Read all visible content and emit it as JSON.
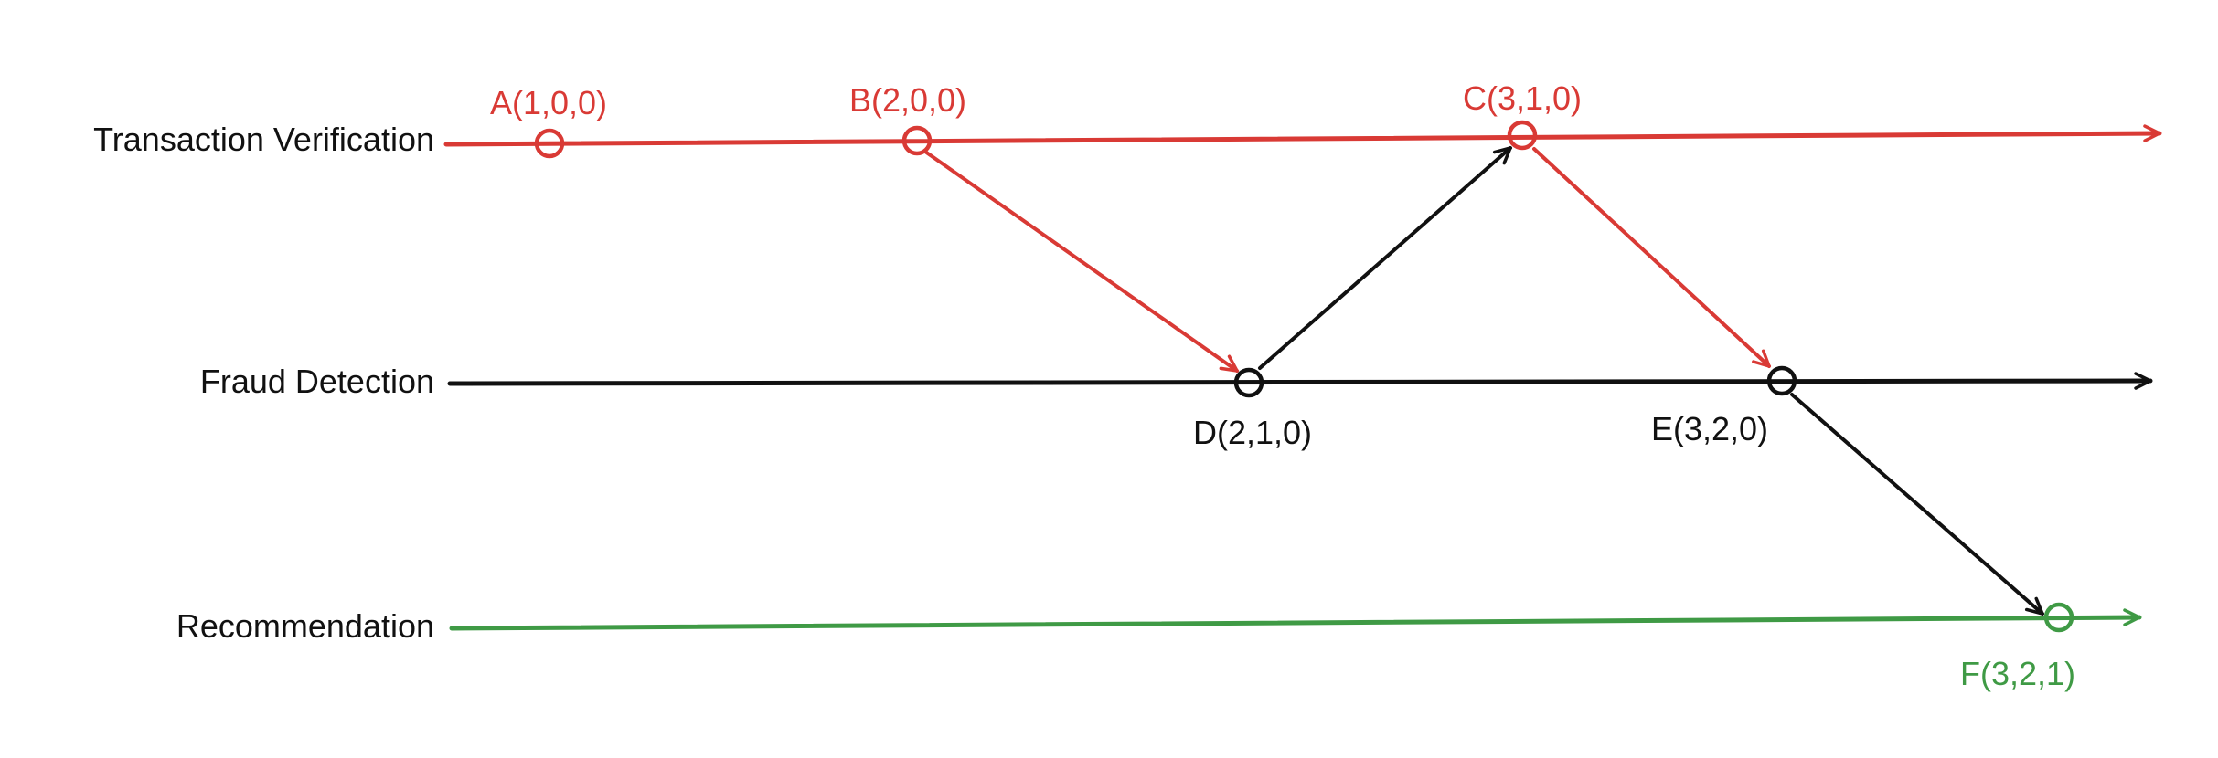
{
  "colors": {
    "transaction_verification": "#d93a35",
    "fraud_detection": "#111111",
    "recommendation": "#3f9a45"
  },
  "lanes": [
    {
      "id": "tv",
      "label": "Transaction Verification",
      "color": "#d93a35"
    },
    {
      "id": "fd",
      "label": "Fraud Detection",
      "color": "#111111"
    },
    {
      "id": "rec",
      "label": "Recommendation",
      "color": "#3f9a45"
    }
  ],
  "events": [
    {
      "id": "A",
      "lane": "tv",
      "label": "A(1,0,0)",
      "color": "#d93a35"
    },
    {
      "id": "B",
      "lane": "tv",
      "label": "B(2,0,0)",
      "color": "#d93a35"
    },
    {
      "id": "C",
      "lane": "tv",
      "label": "C(3,1,0)",
      "color": "#d93a35"
    },
    {
      "id": "D",
      "lane": "fd",
      "label": "D(2,1,0)",
      "color": "#111111"
    },
    {
      "id": "E",
      "lane": "fd",
      "label": "E(3,2,0)",
      "color": "#111111"
    },
    {
      "id": "F",
      "lane": "rec",
      "label": "F(3,2,1)",
      "color": "#3f9a45"
    }
  ],
  "messages": [
    {
      "from": "B",
      "to": "D",
      "color": "#d93a35"
    },
    {
      "from": "D",
      "to": "C",
      "color": "#111111"
    },
    {
      "from": "C",
      "to": "E",
      "color": "#d93a35"
    },
    {
      "from": "E",
      "to": "F",
      "color": "#111111"
    }
  ]
}
